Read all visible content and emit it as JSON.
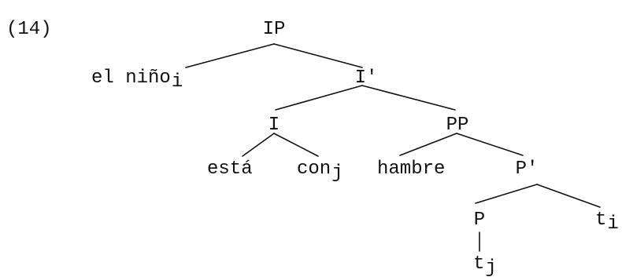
{
  "example_number": "(14)",
  "tree": {
    "ip": "IP",
    "subject": {
      "text": "el niño",
      "index": "i"
    },
    "ibar": "I'",
    "i": "I",
    "esta": "está",
    "con": {
      "text": "con",
      "index": "j"
    },
    "pp": "PP",
    "hambre": "hambre",
    "pbar": "P'",
    "p": "P",
    "trace_right": {
      "text": "t",
      "index": "i"
    },
    "trace_bottom": {
      "text": "t",
      "index": "j"
    }
  }
}
